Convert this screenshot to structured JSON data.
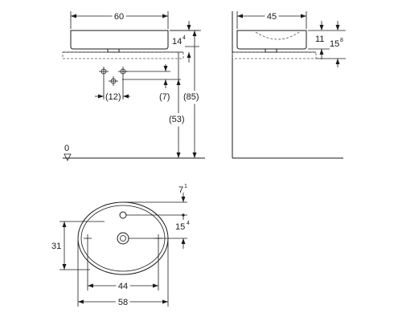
{
  "dimensions": {
    "top_width": "60",
    "top_rim_height": "14",
    "top_rim_height_sup": "4",
    "tap_spacing": "(12)",
    "tap_offset": "(7)",
    "total_height": "(85)",
    "counter_height": "(53)",
    "floor_level": "0",
    "side_depth": "45",
    "side_height": "11",
    "side_total": "15",
    "side_total_sup": "8",
    "plan_offset_a": "7",
    "plan_offset_a_sup": "1",
    "plan_offset_b": "15",
    "plan_offset_b_sup": "4",
    "plan_depth": "31",
    "plan_hole_spacing": "44",
    "plan_width": "58"
  }
}
